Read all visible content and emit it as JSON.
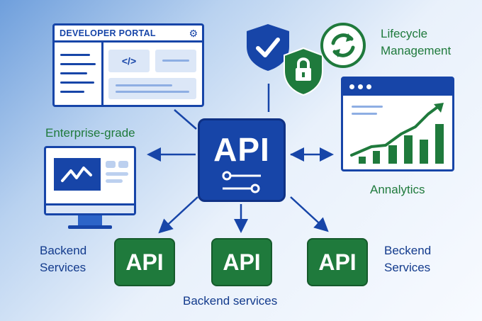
{
  "portal": {
    "title": "DEVELOPER PORTAL",
    "code_chip": "</>",
    "icon": "gear-icon"
  },
  "hub": {
    "label": "API"
  },
  "backend_boxes": [
    {
      "label": "API"
    },
    {
      "label": "API"
    },
    {
      "label": "API"
    }
  ],
  "labels": {
    "enterprise": "Enterprise-grade",
    "lifecycle_line1": "Lifecycle",
    "lifecycle_line2": "Management",
    "analytics": "Annalytics",
    "backend_left_line1": "Backend",
    "backend_left_line2": "Services",
    "backend_right_line1": "Beckend",
    "backend_right_line2": "Services",
    "backend_bottom": "Backend services"
  },
  "icons": [
    "shield-check-icon",
    "shield-lock-icon",
    "refresh-cycle-icon",
    "monitor-chart-icon",
    "analytics-chart-icon",
    "connector-icon"
  ],
  "colors": {
    "primary_blue": "#1745a8",
    "green": "#1f7a3c",
    "light_blue": "#dce7f7"
  }
}
